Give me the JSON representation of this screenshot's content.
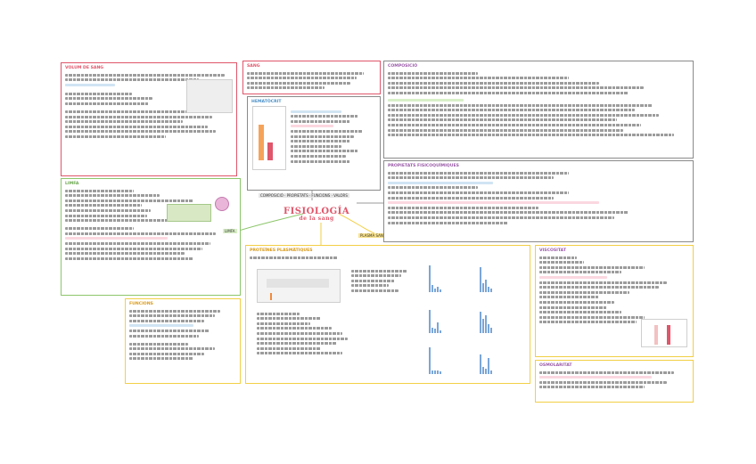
{
  "center": {
    "title_line1": "FISIOLOGÍA",
    "title_line2": "de la sang"
  },
  "tags": {
    "left": "LIMFA",
    "right": "PLASMA SANGUINI",
    "bottom_bar": "COMPOSICIÓ · PROPIETATS · FUNCIONS · VALORS"
  },
  "boxes": {
    "top_left": "VOLUM DE SANG",
    "mid_left": "LIMFA",
    "bottom_left": "FUNCIONS",
    "top_mid": "SANG",
    "top_mid_inner": "HEMATÒCRIT",
    "top_right": "COMPOSICIÓ",
    "mid_right": "PROPIETATS FISICOQUÍMIQUES",
    "bottom_mid": "PROTEÏNES PLASMÀTIQUES",
    "bottom_right_top": "VISCOSITAT",
    "bottom_right_bottom": "OSMOLARITAT"
  },
  "colors": {
    "red": "#e0566a",
    "green": "#8cc66a",
    "yellow": "#f2cf45",
    "gray": "#8a8a8a",
    "bar": "#7aa6d8"
  }
}
